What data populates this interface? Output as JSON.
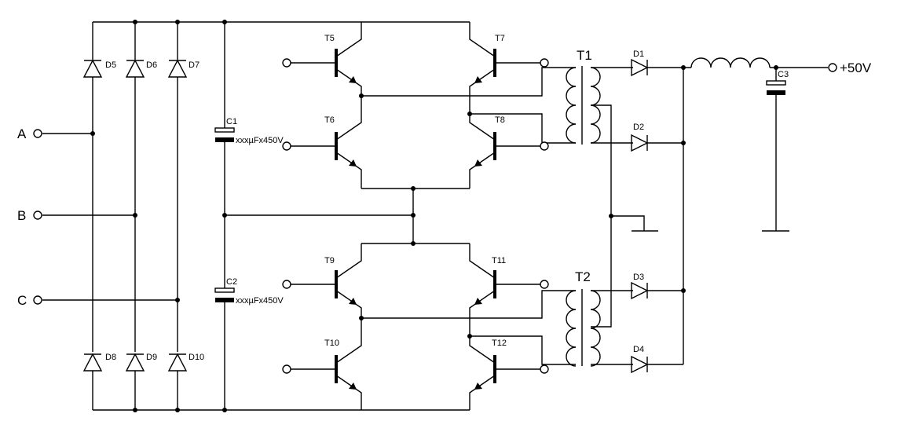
{
  "inputs": {
    "a": "A",
    "b": "B",
    "c": "C"
  },
  "output": {
    "label": "+50V"
  },
  "diodes": {
    "d1": "D1",
    "d2": "D2",
    "d3": "D3",
    "d4": "D4",
    "d5": "D5",
    "d6": "D6",
    "d7": "D7",
    "d8": "D8",
    "d9": "D9",
    "d10": "D10"
  },
  "transistors": {
    "t5": "T5",
    "t6": "T6",
    "t7": "T7",
    "t8": "T8",
    "t9": "T9",
    "t10": "T10",
    "t11": "T11",
    "t12": "T12"
  },
  "capacitors": {
    "c1": "C1",
    "c1_value": "xxxµFx450V",
    "c2": "C2",
    "c2_value": "xxxµFx450V",
    "c3": "C3"
  },
  "transformers": {
    "t1": "T1",
    "t2": "T2"
  }
}
